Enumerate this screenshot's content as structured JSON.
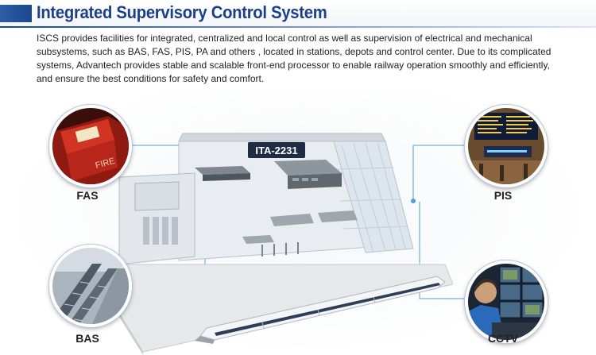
{
  "header": {
    "title": "Integrated Supervisory Control System",
    "description": "ISCS provides facilities for integrated, centralized and local control as well as supervision of electrical and mechanical subsystems, such as BAS, FAS, PIS, PA and others , located in stations, depots and control center. Due to its complicated systems, Advantech provides stable and scalable front-end processor to enable railway operation smoothly and efficiently, and ensure the best conditions for safety and comfort."
  },
  "diagram": {
    "device_label": "ITA-2231",
    "subsystems": {
      "fas": {
        "label": "FAS",
        "icon": "fire-alarm-icon",
        "image_text": "FIRE"
      },
      "pis": {
        "label": "PIS",
        "icon": "passenger-info-display-icon"
      },
      "bas": {
        "label": "BAS",
        "icon": "escalator-icon"
      },
      "cctv": {
        "label": "CCTV",
        "icon": "surveillance-monitor-icon"
      }
    },
    "colors": {
      "accent": "#1c468d",
      "connector": "#4aa3d8",
      "fire_red": "#c0241c"
    }
  }
}
